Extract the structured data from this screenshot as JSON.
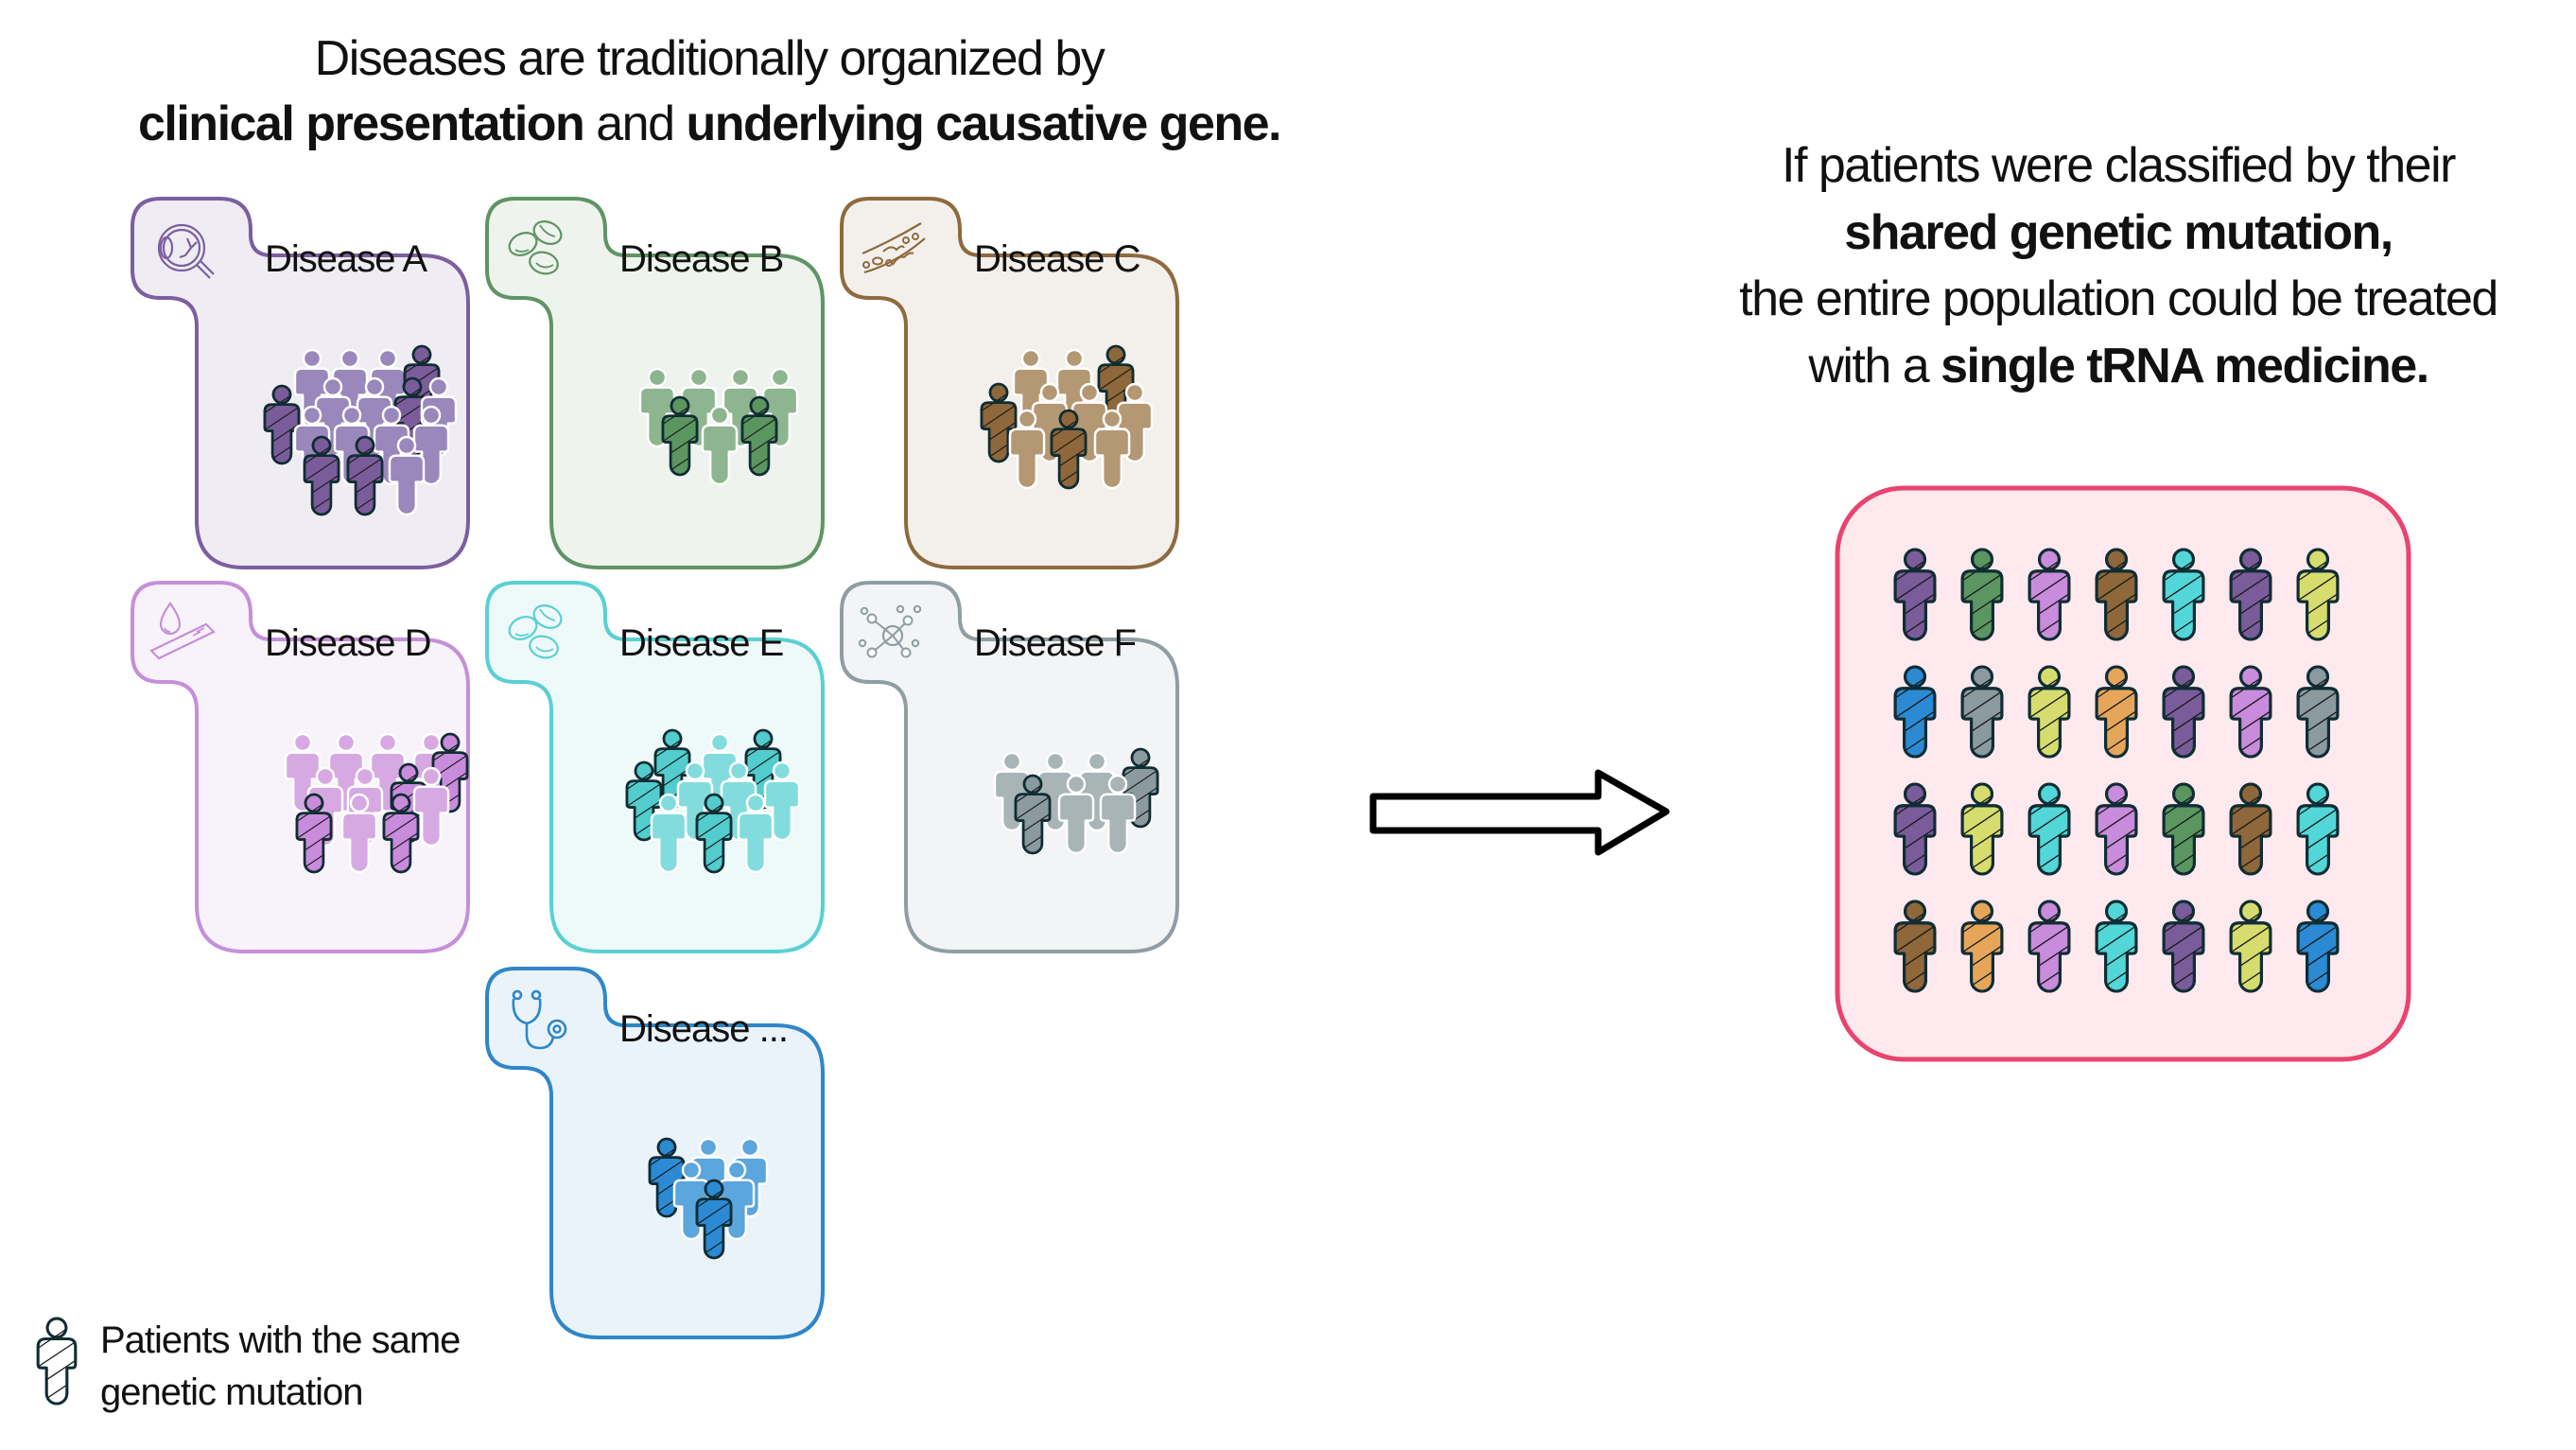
{
  "left_headline": {
    "line1": "Diseases are traditionally organized by",
    "line2_bold_a": "clinical presentation",
    "line2_plain": " and ",
    "line2_bold_b": "underlying causative gene."
  },
  "right_headline": {
    "line1": "If patients were classified by their",
    "line2_bold": "shared genetic mutation,",
    "line3": "the entire population could be treated",
    "line4_plain": "with a ",
    "line4_bold": "single tRNA medicine."
  },
  "diseases": [
    {
      "label": "Disease A",
      "icon": "eye-retina-icon",
      "stroke": "#7b5fa0",
      "fill": "#efedf3",
      "light": "#9a87bb",
      "dark": "#7a5c9b",
      "mutated": 5,
      "total": 16
    },
    {
      "label": "Disease B",
      "icon": "red-blood-cells-icon",
      "stroke": "#5f9464",
      "fill": "#eef3ee",
      "light": "#8db58f",
      "dark": "#5b9660",
      "mutated": 2,
      "total": 7
    },
    {
      "label": "Disease C",
      "icon": "blood-vessel-icon",
      "stroke": "#8e6a3e",
      "fill": "#f3f0ec",
      "light": "#b49873",
      "dark": "#8e673a",
      "mutated": 3,
      "total": 10
    },
    {
      "label": "Disease D",
      "icon": "blood-drop-slide-icon",
      "stroke": "#c58fd9",
      "fill": "#f8f3fa",
      "light": "#d7a9e3",
      "dark": "#c98bdc",
      "mutated": 4,
      "total": 12
    },
    {
      "label": "Disease E",
      "icon": "red-blood-cells-icon",
      "stroke": "#5ad0d2",
      "fill": "#eef9fa",
      "light": "#82dcde",
      "dark": "#52cccd",
      "mutated": 4,
      "total": 10
    },
    {
      "label": "Disease F",
      "icon": "molecule-network-icon",
      "stroke": "#8f9ea2",
      "fill": "#f3f4f5",
      "light": "#a9b4b6",
      "dark": "#8b9a9e",
      "mutated": 2,
      "total": 7
    },
    {
      "label": "Disease ...",
      "icon": "stethoscope-icon",
      "stroke": "#2f86c8",
      "fill": "#eaf3fa",
      "light": "#5aa6dd",
      "dark": "#2b8ad3",
      "mutated": 2,
      "total": 6
    }
  ],
  "pool": {
    "stroke": "#e8446f",
    "fill": "#fde9ee",
    "rows": [
      [
        "#7a5c9b",
        "#5b9660",
        "#c98bdc",
        "#8e673a",
        "#52d6d8",
        "#7a5c9b",
        "#d6dd6e"
      ],
      [
        "#2b8ad3",
        "#8b9a9e",
        "#d6dd6e",
        "#e6a65a",
        "#7a5c9b",
        "#c98bdc",
        "#8b9a9e"
      ],
      [
        "#7a5c9b",
        "#d6dd6e",
        "#52d6d8",
        "#c98bdc",
        "#5b9660",
        "#8e673a",
        "#52d6d8"
      ],
      [
        "#8e673a",
        "#e6a65a",
        "#c98bdc",
        "#52d6d8",
        "#7a5c9b",
        "#d6dd6e",
        "#2b8ad3"
      ]
    ]
  },
  "arrow": {
    "icon": "right-arrow-icon"
  },
  "legend": {
    "line1": "Patients with the same",
    "line2": "genetic mutation",
    "icon": "mutated-patient-icon"
  }
}
